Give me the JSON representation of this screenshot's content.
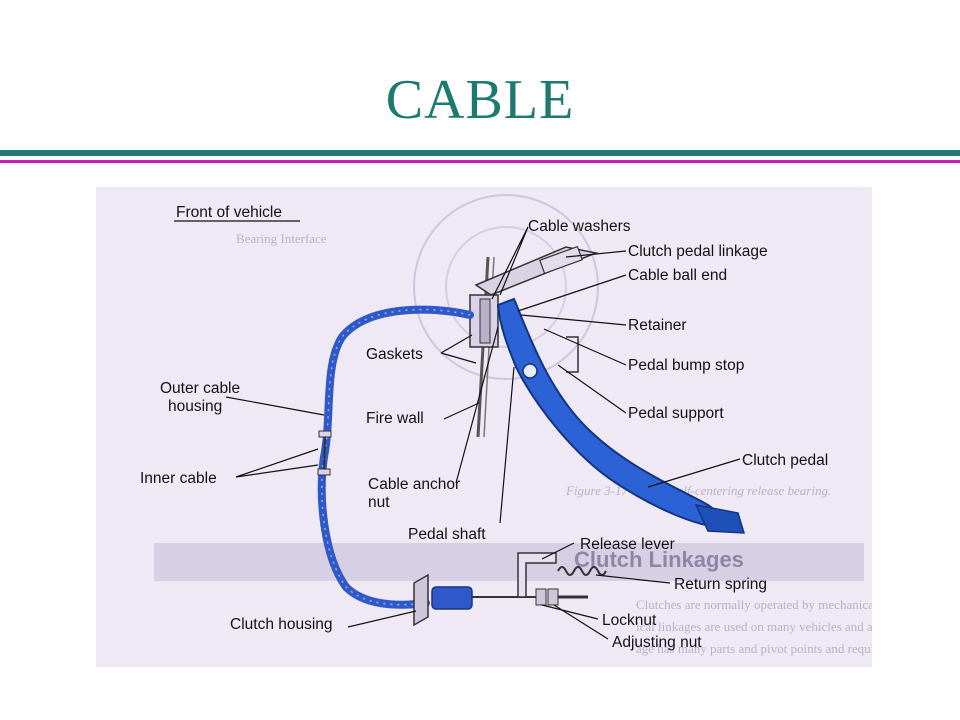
{
  "slide": {
    "title": "CABLE"
  },
  "figure": {
    "background_text": {
      "bearing_interface": "Bearing Interface",
      "caption": "Figure 3-17  Typical self-centering release bearing.",
      "heading": "Clutch Linkages",
      "para_lines": [
        "Clutches are normally operated by mechanical linkages. Mechan-",
        "ical linkages are used on many vehicles and are very reliable. Link-",
        "age has many parts and pivot points and requires hydraulic release"
      ]
    },
    "labels": {
      "front_of_vehicle": "Front of vehicle",
      "cable_washers": "Cable washers",
      "clutch_pedal_linkage": "Clutch pedal linkage",
      "cable_ball_end": "Cable ball end",
      "retainer": "Retainer",
      "gaskets": "Gaskets",
      "pedal_bump_stop": "Pedal bump stop",
      "outer_cable_housing_1": "Outer cable",
      "outer_cable_housing_2": "housing",
      "pedal_support": "Pedal support",
      "fire_wall": "Fire wall",
      "clutch_pedal": "Clutch pedal",
      "inner_cable": "Inner cable",
      "cable_anchor_nut_1": "Cable anchor",
      "cable_anchor_nut_2": "nut",
      "pedal_shaft": "Pedal shaft",
      "release_lever": "Release lever",
      "return_spring": "Return spring",
      "clutch_housing": "Clutch housing",
      "locknut": "Locknut",
      "adjusting_nut": "Adjusting nut"
    },
    "colors": {
      "cable_blue": "#2f59c8",
      "pedal_blue": "#2b63d6",
      "title_teal": "#1d7a6e"
    }
  }
}
